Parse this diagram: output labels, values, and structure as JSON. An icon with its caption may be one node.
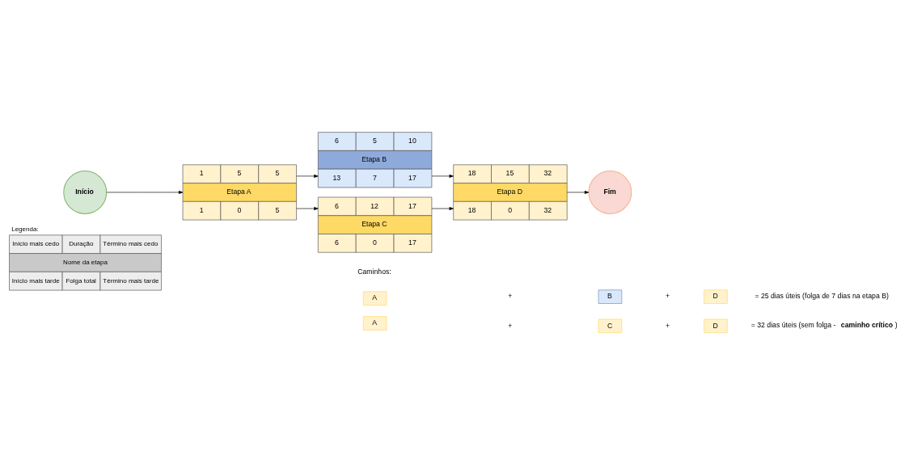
{
  "diagram": {
    "nodes": [
      {
        "text": [
          "Início"
        ]
      },
      {
        "text": [
          "1",
          "5",
          "5",
          "Etapa A",
          "1",
          "0",
          "5"
        ]
      },
      {
        "text": [
          "6",
          "5",
          "10",
          "Etapa B",
          "13",
          "7",
          "17"
        ]
      },
      {
        "text": [
          "6",
          "12",
          "17",
          "Etapa C",
          "6",
          "0",
          "17"
        ]
      },
      {
        "text": [
          "18",
          "15",
          "32",
          "Etapa D",
          "18",
          "0",
          "32"
        ]
      },
      {
        "text": [
          "Fim"
        ]
      },
      {
        "text": [
          "Legenda:",
          "Início mais cedo",
          "Duração",
          "Término mais cedo",
          "Nome da etapa",
          "Início mais tarde",
          "Folga total",
          "Término mais tarde"
        ]
      },
      {
        "text": [
          "A"
        ]
      },
      {
        "text": [
          "B"
        ]
      },
      {
        "text": [
          "D"
        ]
      },
      {
        "text": [
          "A"
        ]
      },
      {
        "text": [
          "C"
        ]
      },
      {
        "text": [
          "D"
        ]
      }
    ],
    "edges": [
      {
        "from": 0,
        "to": 1,
        "arrow": "to"
      },
      {
        "from": 1,
        "to": 2,
        "arrow": "to"
      },
      {
        "from": 1,
        "to": 3,
        "arrow": "to"
      },
      {
        "from": 2,
        "to": 4,
        "arrow": "to"
      },
      {
        "from": 3,
        "to": 4,
        "arrow": "to"
      },
      {
        "from": 4,
        "to": 5,
        "arrow": "to"
      }
    ],
    "labels": [
      "Caminhos:",
      "+",
      "+",
      "= 25 dias úteis (folga de 7 dias na etapa B)",
      "+",
      "+",
      "= 32 dias úteis (sem folga - **caminho crítico**)"
    ]
  }
}
